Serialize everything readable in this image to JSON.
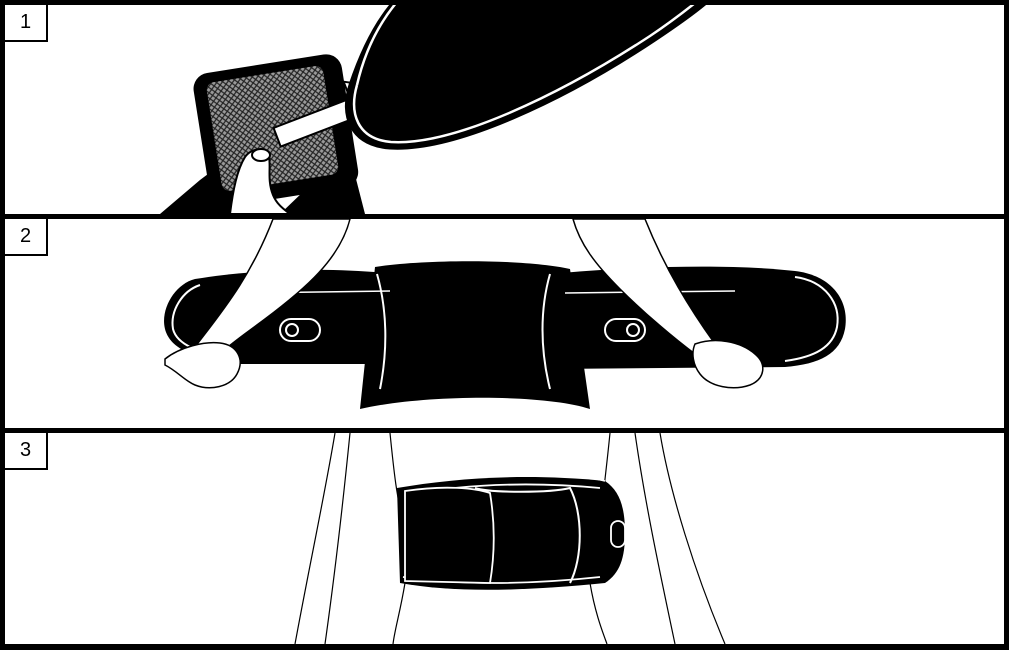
{
  "steps": [
    {
      "number": "1"
    },
    {
      "number": "2"
    },
    {
      "number": "3"
    }
  ],
  "colors": {
    "frame": "#000000",
    "background": "#ffffff",
    "belt": "#000000",
    "stitching": "#ffffff"
  }
}
